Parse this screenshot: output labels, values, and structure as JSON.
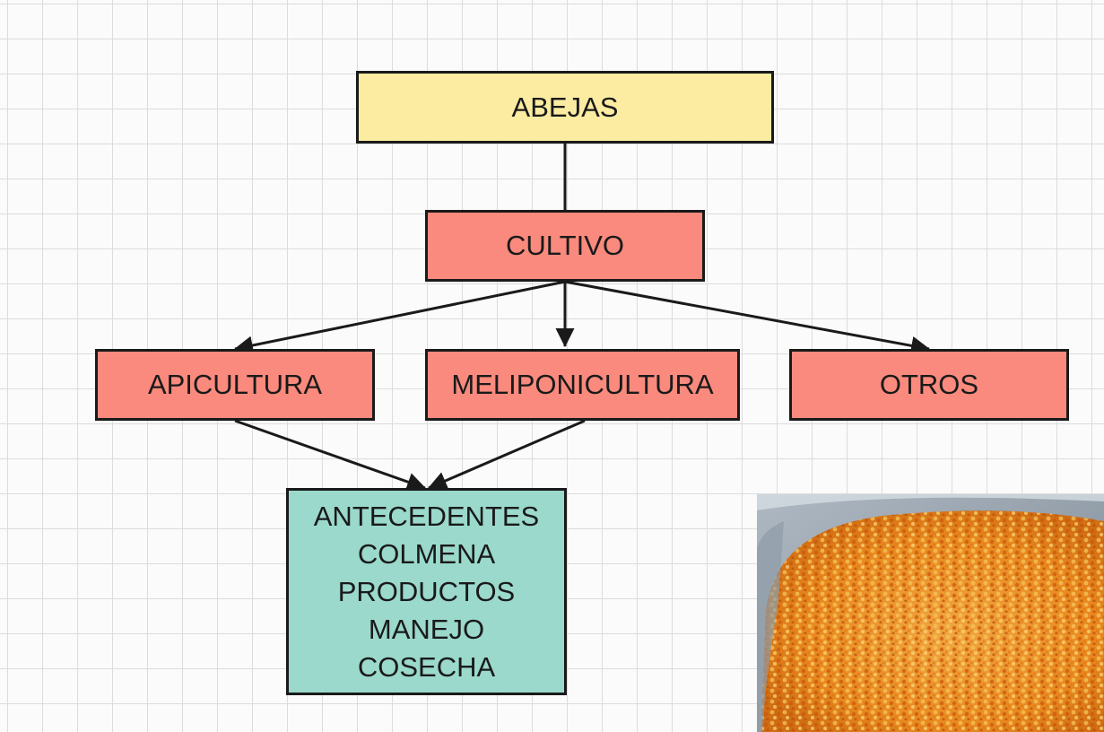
{
  "diagram": {
    "nodes": {
      "abejas": "ABEJAS",
      "cultivo": "CULTIVO",
      "apicultura": "APICULTURA",
      "meliponicultura": "MELIPONICULTURA",
      "otros": "OTROS",
      "topics": [
        "ANTECEDENTES",
        "COLMENA",
        "PRODUCTOS",
        "MANEJO",
        "COSECHA"
      ]
    },
    "edges": [
      {
        "from": "abejas",
        "to": "cultivo",
        "arrow": false
      },
      {
        "from": "cultivo",
        "to": "apicultura",
        "arrow": true
      },
      {
        "from": "cultivo",
        "to": "meliponicultura",
        "arrow": true
      },
      {
        "from": "cultivo",
        "to": "otros",
        "arrow": true
      },
      {
        "from": "apicultura",
        "to": "topics",
        "arrow": true
      },
      {
        "from": "meliponicultura",
        "to": "topics",
        "arrow": true
      }
    ],
    "colors": {
      "root_fill": "#fbeca2",
      "branch_fill": "#f98a7d",
      "topics_fill": "#9ad9cc",
      "stroke": "#1a1a1a",
      "grid": "#dcdcdc"
    }
  },
  "photo": {
    "subject": "bee pollen granules in a container",
    "colors": [
      "#e88a1e",
      "#f3b84a",
      "#c45a10",
      "#8a9aa8"
    ]
  }
}
